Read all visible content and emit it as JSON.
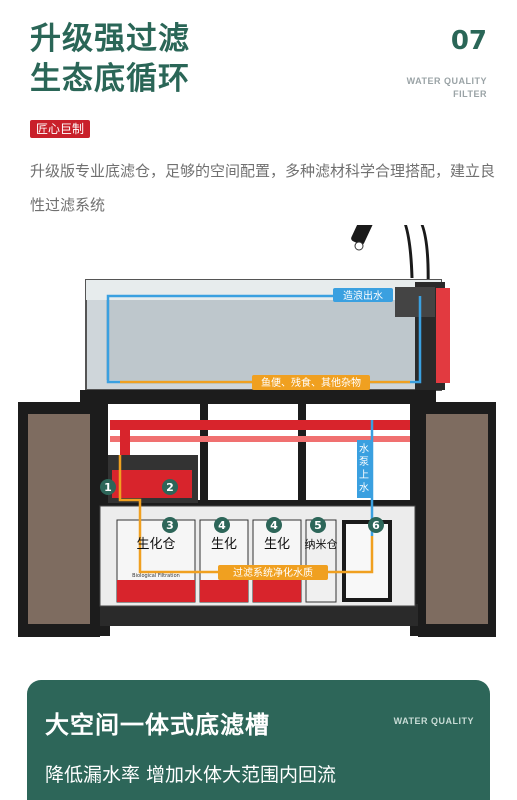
{
  "header": {
    "title_line1": "升级强过滤",
    "title_line2": "生态底循环",
    "number": "07",
    "tag_line1": "WATER QUALITY",
    "tag_line2": "FILTER"
  },
  "badge": "匠心巨制",
  "description": "升级版专业底滤仓，足够的空间配置，多种滤材科学合理搭配，建立良性过滤系统",
  "illustration": {
    "labels": {
      "outflow": "造浪出水",
      "debris": "鱼便、残食、其他杂物",
      "pump": "水泵上水",
      "purify": "过滤系统净化水质",
      "bio1": "生化仓",
      "bio2": "生化",
      "bio3": "生化",
      "nano": "纳米仓",
      "bio_small": "Biological Filtration"
    },
    "markers": [
      "1",
      "2",
      "3",
      "4",
      "4",
      "5",
      "6"
    ],
    "colors": {
      "flow_blue": "#3aa0e0",
      "flow_orange": "#f0a020",
      "pipe_red": "#d8242c",
      "cabinet": "#1c1c1c"
    }
  },
  "card": {
    "title": "大空间一体式底滤槽",
    "subtitle": "降低漏水率 增加水体大范围内回流",
    "tag": "WATER QUALITY"
  }
}
